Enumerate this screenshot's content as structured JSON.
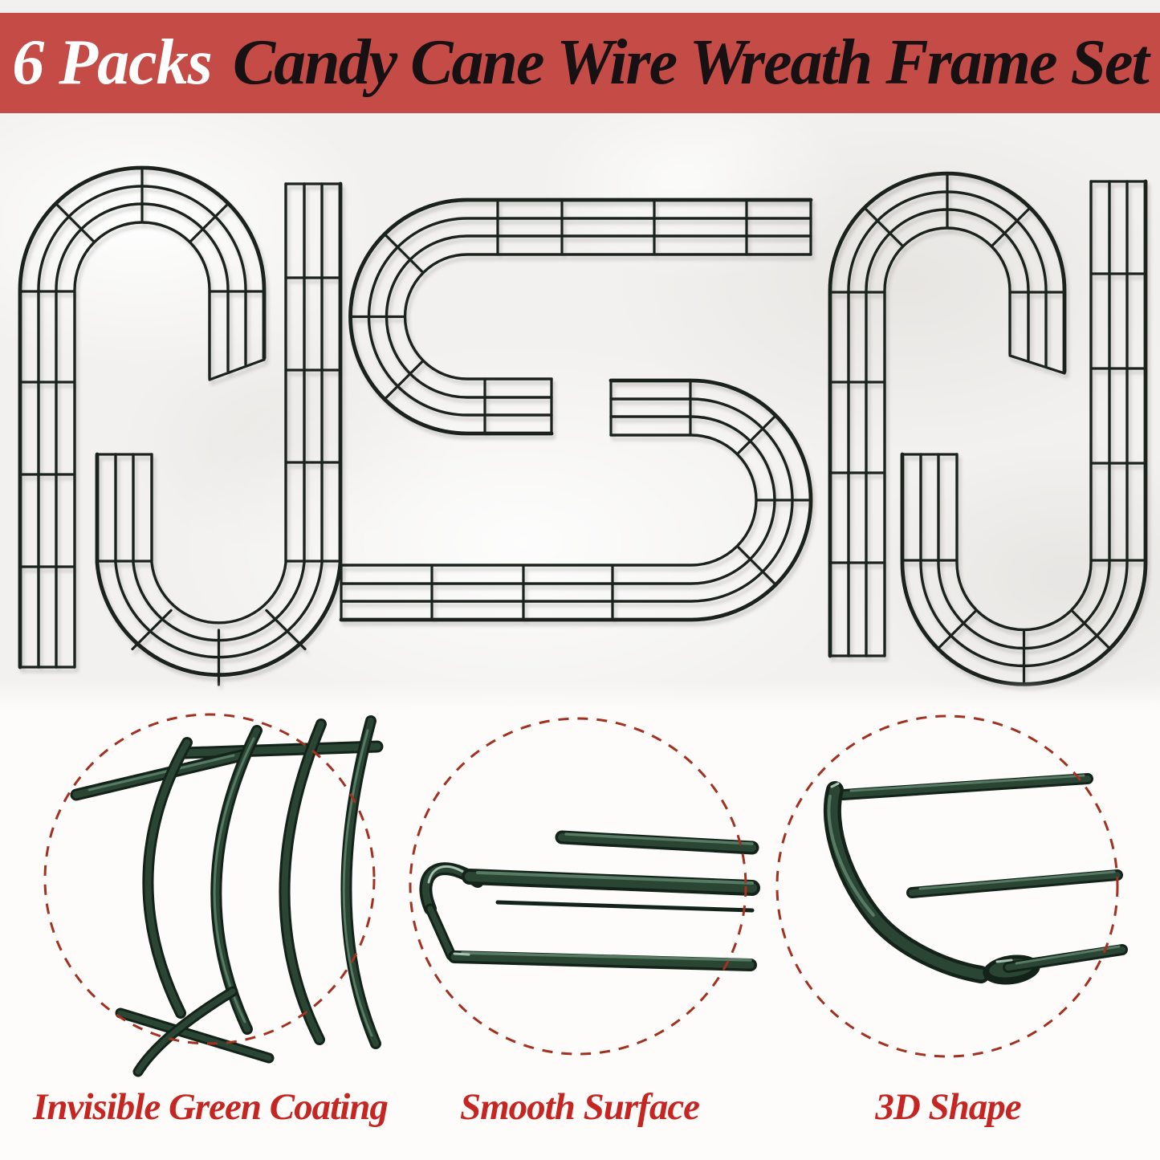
{
  "banner": {
    "pack_count_label": "6 Packs",
    "title": "Candy Cane Wire Wreath Frame Set",
    "bg_color": "#c54b46",
    "pack_count_color": "#ffffff",
    "title_color": "#171113"
  },
  "product": {
    "items_shown": 6,
    "item_kind": "candy cane wire wreath frame",
    "wire_color": "#1b221c"
  },
  "features": [
    {
      "label": "Invisible Green Coating"
    },
    {
      "label": "Smooth Surface"
    },
    {
      "label": "3D Shape"
    }
  ],
  "colors": {
    "caption_text": "#c62622",
    "dashed_circle_border": "#a33120",
    "marble_background": "#f2f1ef",
    "page_background": "#fdfcfa",
    "tube_dark": "#142319",
    "tube_mid": "#2a4534",
    "tube_highlight": "#567a64"
  }
}
